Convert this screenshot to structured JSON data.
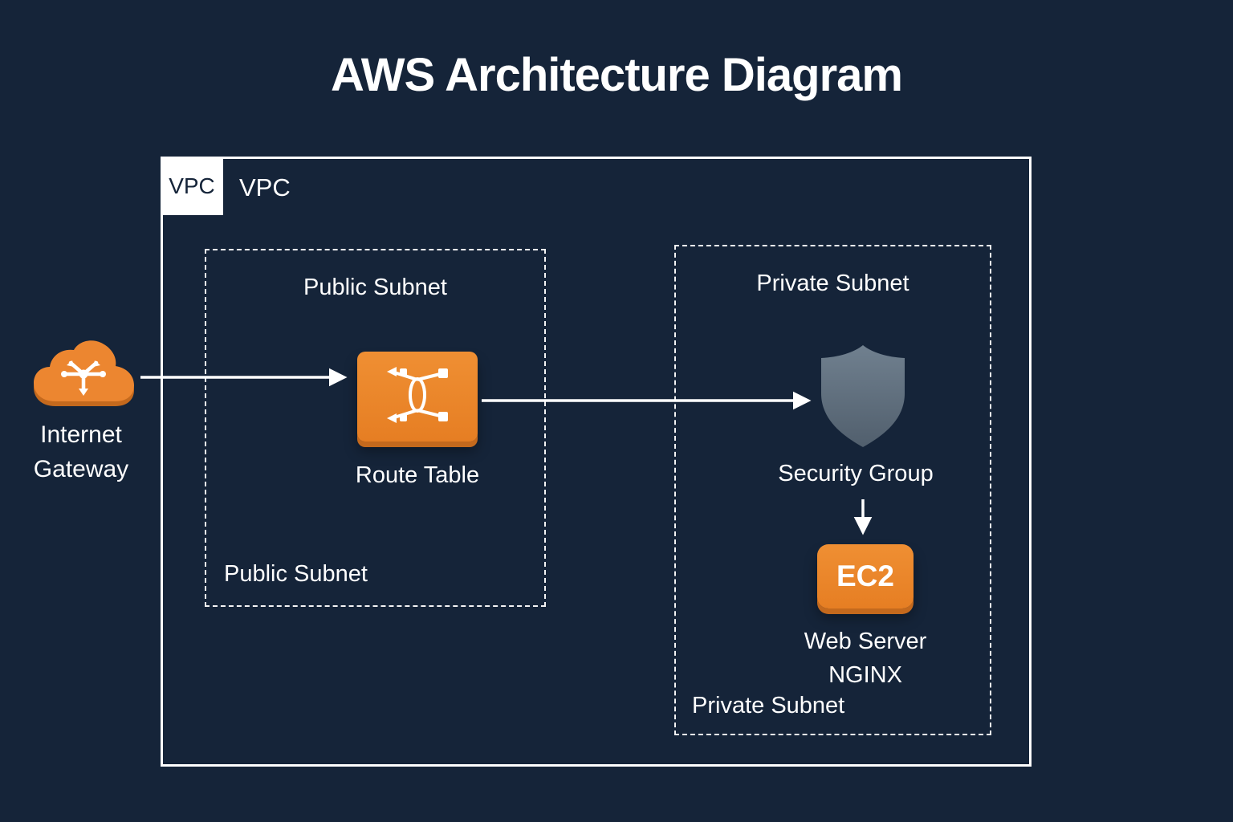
{
  "title": "AWS Architecture Diagram",
  "vpc": {
    "tag": "VPC",
    "label": "VPC"
  },
  "public_subnet": {
    "title": "Public Subnet",
    "footer": "Public Subnet"
  },
  "private_subnet": {
    "title": "Private Subnet",
    "footer": "Private Subnet"
  },
  "internet_gateway": {
    "label_line1": "Internet",
    "label_line2": "Gateway",
    "icon": "internet-gateway-cloud-icon"
  },
  "route_table": {
    "label": "Route Table",
    "icon": "route-table-icon"
  },
  "security_group": {
    "label": "Security Group",
    "icon": "shield-icon"
  },
  "ec2": {
    "badge": "EC2",
    "label_line1": "Web Server",
    "label_line2": "NGINX",
    "icon": "ec2-icon"
  },
  "connections": [
    {
      "from": "internet-gateway",
      "to": "route-table"
    },
    {
      "from": "route-table",
      "to": "security-group"
    },
    {
      "from": "security-group",
      "to": "ec2"
    }
  ],
  "colors": {
    "background": "#152439",
    "orange": "#EC8630",
    "orange_shadow": "#C4691D",
    "shield_gray": "#5E6C7C",
    "line": "#FFFFFF",
    "text": "#FFFFFF"
  }
}
